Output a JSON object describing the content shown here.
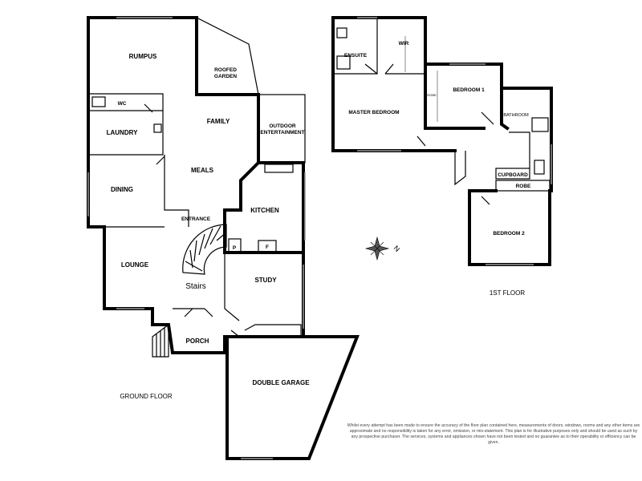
{
  "ground_floor": {
    "label": "GROUND FLOOR",
    "rooms": {
      "rumpus": "RUMPUS",
      "roofed_garden_1": "ROOFED",
      "roofed_garden_2": "GARDEN",
      "wc": "WC",
      "laundry": "LAUNDRY",
      "family": "FAMILY",
      "outdoor_1": "OUTDOOR",
      "outdoor_2": "ENTERTAINMENT",
      "meals": "MEALS",
      "dining": "DINING",
      "entrance": "ENTRANCE",
      "kitchen": "KITCHEN",
      "pantry": "P",
      "fridge": "F",
      "lounge": "LOUNGE",
      "stairs": "Stairs",
      "study": "STUDY",
      "porch": "PORCH",
      "double_garage": "DOUBLE GARAGE"
    }
  },
  "first_floor": {
    "label": "1ST FLOOR",
    "rooms": {
      "ensuite": "ENSUITE",
      "wir": "WIR",
      "master_bedroom": "MASTER BEDROOM",
      "bedroom1": "BEDROOM 1",
      "robe_small": "ROBE",
      "bathroom": "BATHROOM",
      "cupboard": "CUPBOARD",
      "robe": "ROBE",
      "bedroom2": "BEDROOM 2"
    }
  },
  "compass": {
    "north_label": "N",
    "icon": "compass-rose-icon"
  },
  "disclaimer": "Whilst every attempt has been made to ensure the accuracy of the floor plan contained here, measurements of doors, windows, rooms and any other items are approximate and no responsibility is taken for any error, omission, or mis-statement. This plan is for illustrative purposes only and should be used as such by any prospective purchaser. The services, systems and appliances shown have not been tested and no guarantee as to their operability or efficiency can be given."
}
